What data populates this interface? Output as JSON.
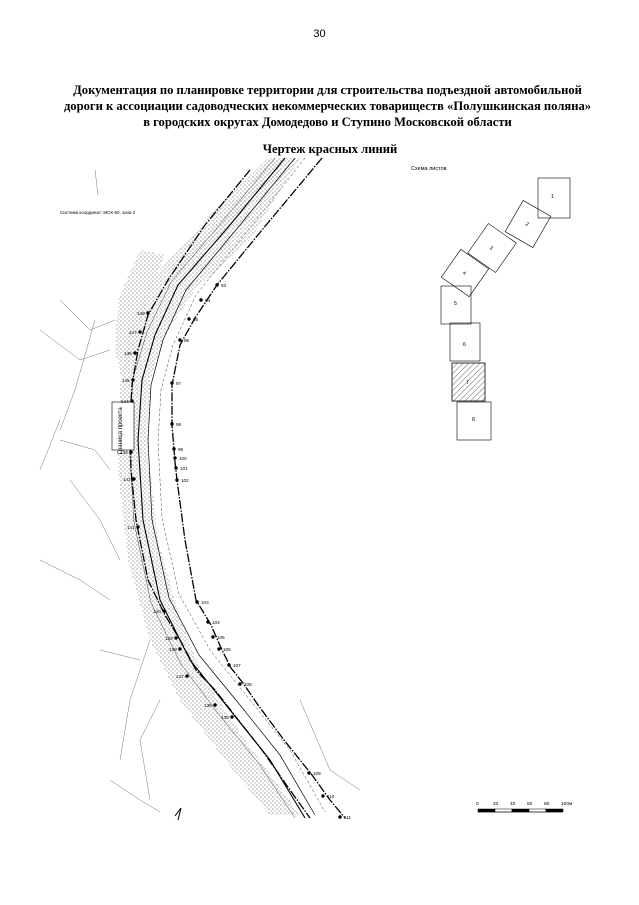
{
  "page_number": "30",
  "title_lines": [
    "Документация по планировке территории для строительства подъездной автомобильной",
    "дороги к ассоциации садоводческих некоммерческих товариществ «Полушкинская поляна»",
    "в городских округах Домодедово и Ступино Московской области"
  ],
  "drawing_title": "Чертеж красных линий",
  "sheet_scheme_label": "Схема листов",
  "coordinate_system": "Система координат: МСК-50, зона 2",
  "road_label": "Граница проекта",
  "sheets": [
    "1",
    "2",
    "3",
    "4",
    "5",
    "6",
    "7",
    "8"
  ],
  "active_sheet": "7",
  "scale_ticks": [
    "0",
    "20",
    "40",
    "60",
    "80",
    "100м"
  ],
  "red_line_points": [
    "93",
    "94",
    "95",
    "96",
    "97",
    "98",
    "99",
    "100",
    "101",
    "102",
    "103",
    "104",
    "105",
    "106",
    "107",
    "108",
    "109",
    "110",
    "111"
  ],
  "left_line_points": [
    "148",
    "147",
    "146",
    "145",
    "144",
    "143",
    "142",
    "141",
    "140",
    "139",
    "138",
    "137",
    "136",
    "135"
  ]
}
